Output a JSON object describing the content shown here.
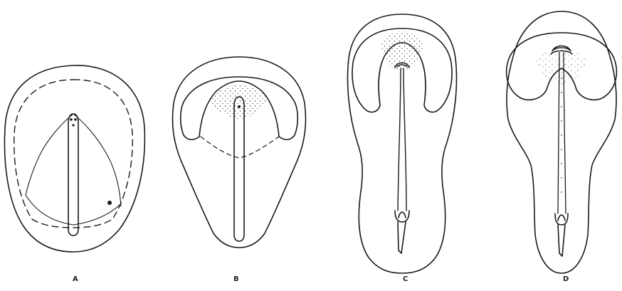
{
  "figure": {
    "panels": [
      {
        "label": "A"
      },
      {
        "label": "B"
      },
      {
        "label": "C"
      },
      {
        "label": "D"
      }
    ],
    "ink_color": "#1a1a1a",
    "background": "#ffffff"
  }
}
